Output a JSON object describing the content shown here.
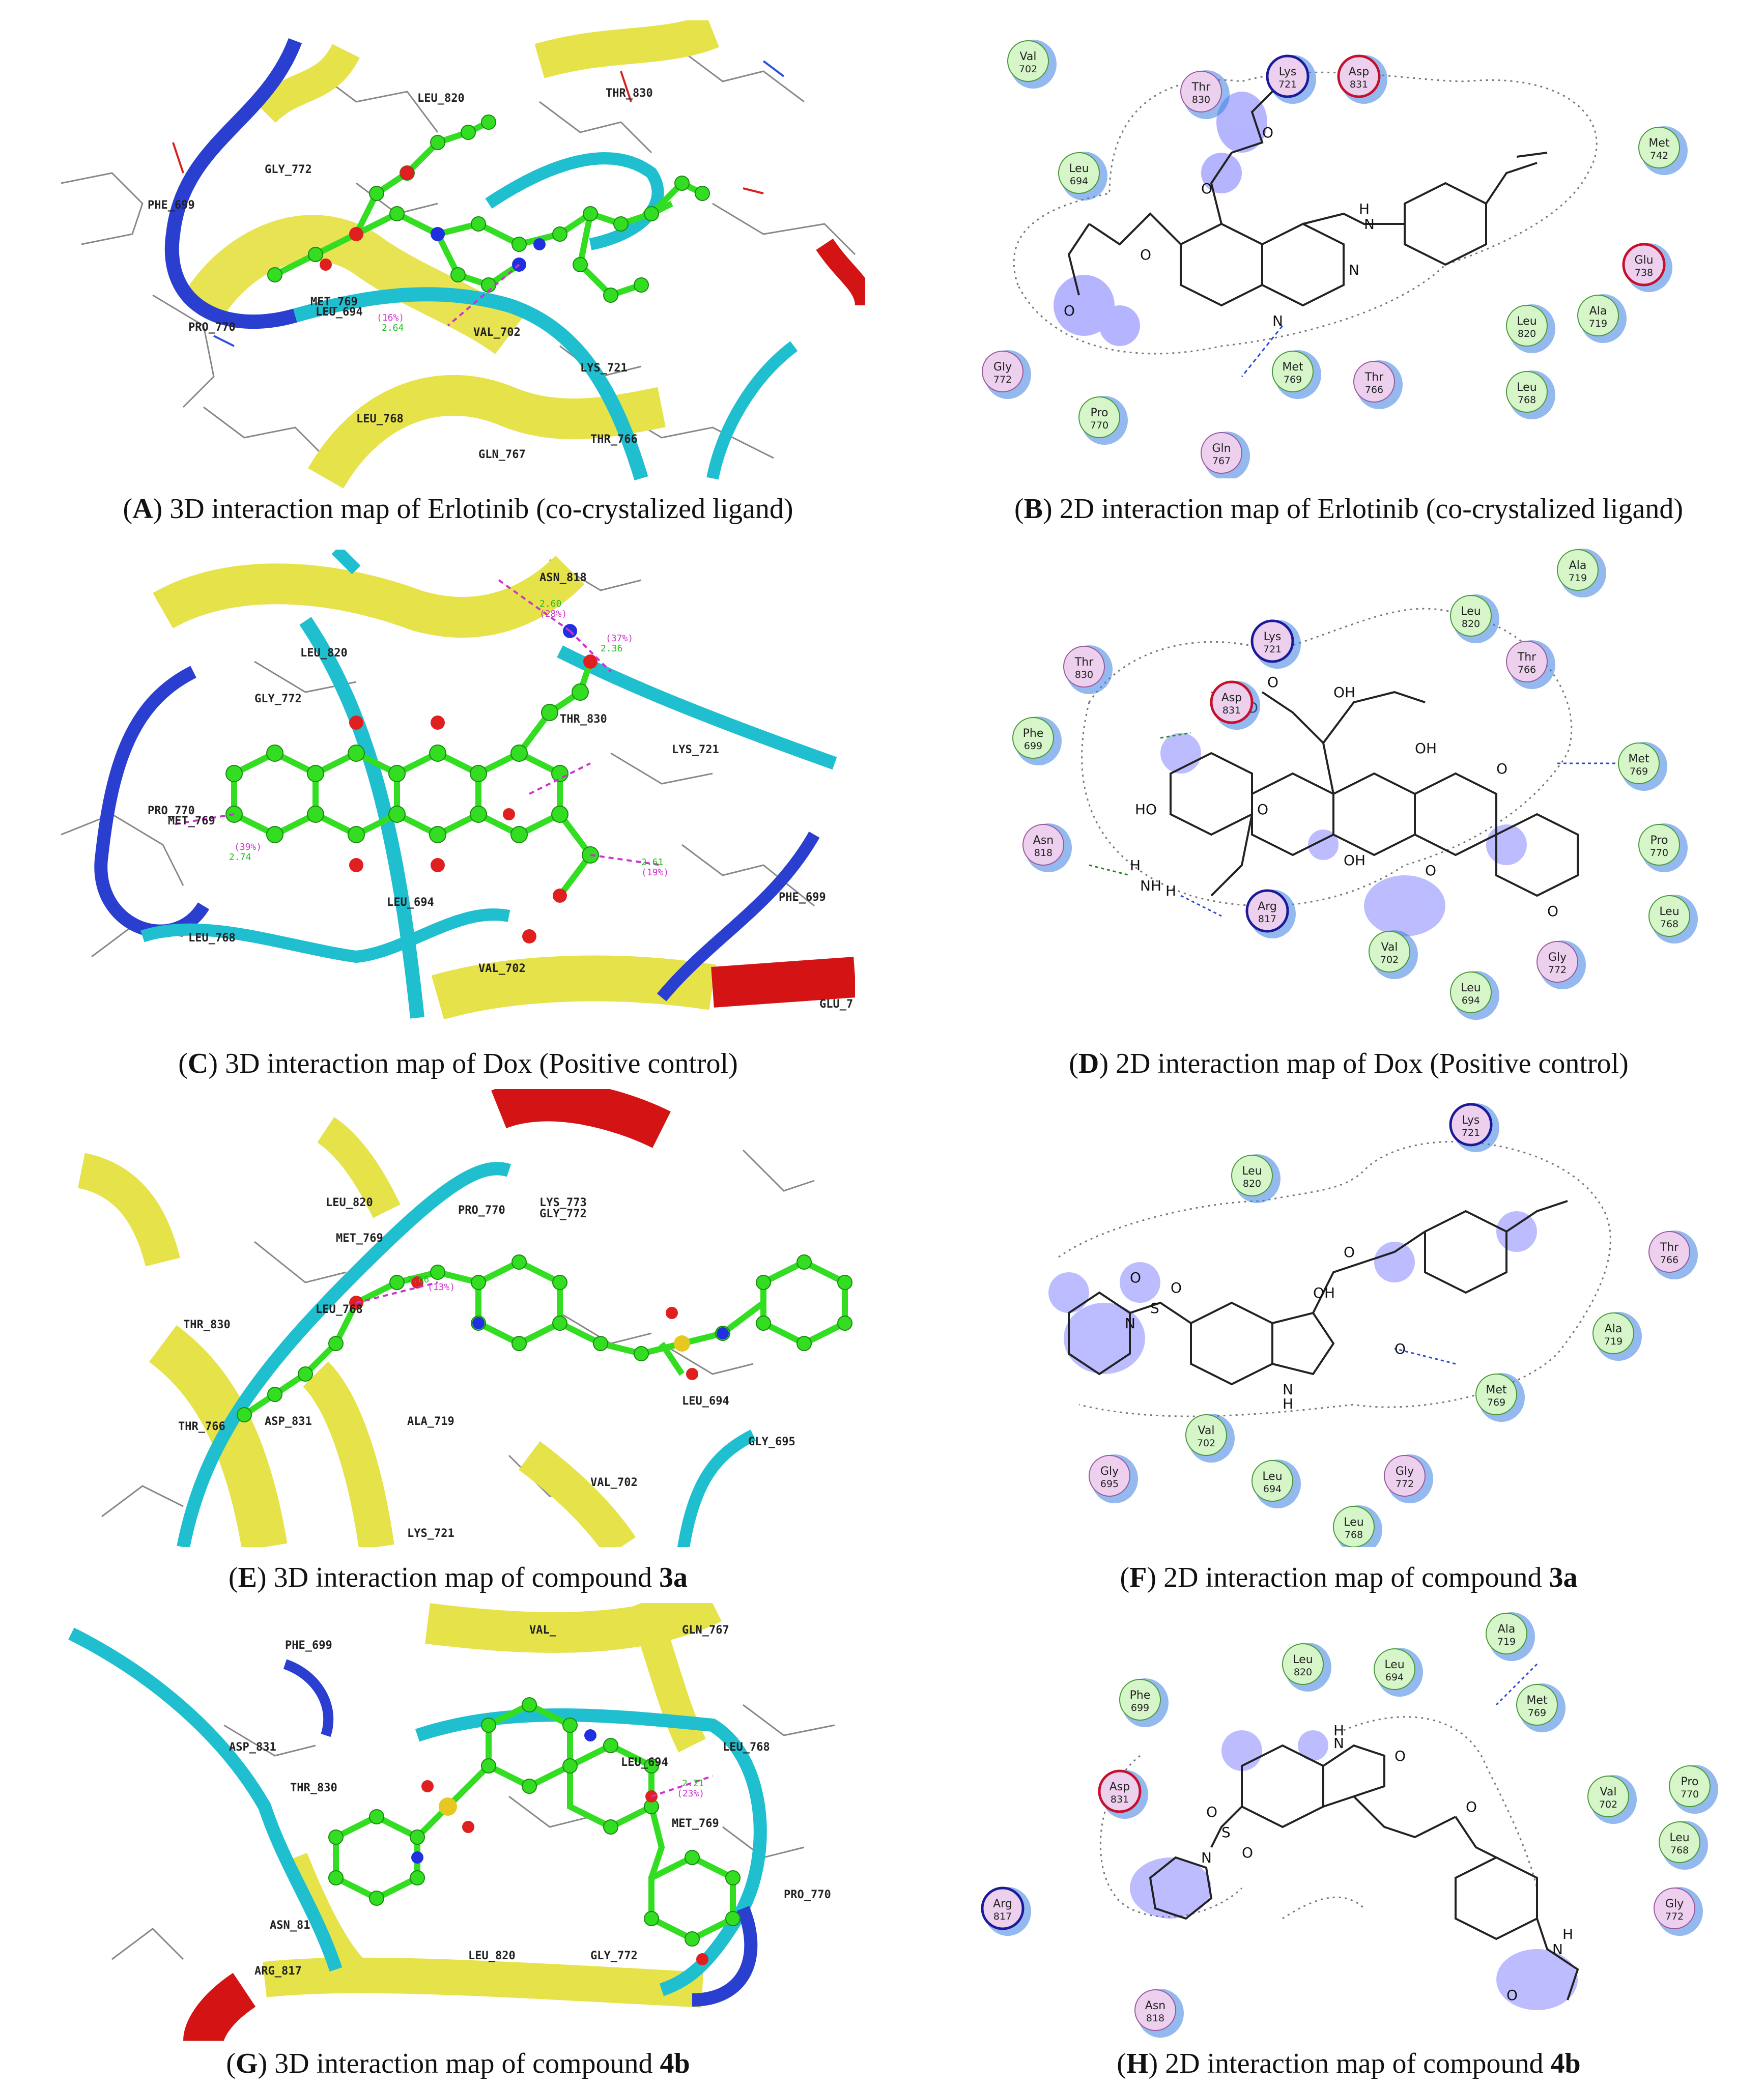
{
  "captions": {
    "A": {
      "letter": "A",
      "text": " 3D interaction map of Erlotinib (co-crystalized ligand)",
      "bold": ""
    },
    "B": {
      "letter": "B",
      "text": " 2D interaction map of Erlotinib (co-crystalized ligand)",
      "bold": ""
    },
    "C": {
      "letter": "C",
      "text": " 3D interaction map of Dox (Positive control)",
      "bold": ""
    },
    "D": {
      "letter": "D",
      "text": " 2D interaction map of Dox (Positive control)",
      "bold": ""
    },
    "E": {
      "letter": "E",
      "text": " 3D interaction map of compound ",
      "bold": "3a"
    },
    "F": {
      "letter": "F",
      "text": " 2D interaction map of compound ",
      "bold": "3a"
    },
    "G": {
      "letter": "G",
      "text": " 3D interaction map of compound ",
      "bold": "4b"
    },
    "H": {
      "letter": "H",
      "text": " 2D interaction map of compound ",
      "bold": "4b"
    }
  },
  "panel_A": {
    "residues": [
      "LEU_820",
      "GLY_772",
      "PHE_699",
      "PRO_770",
      "MET_769",
      "LEU_694",
      "VAL_702",
      "LYS_721",
      "LEU_768",
      "THR_766",
      "GLN_767",
      "THR_830"
    ],
    "distances": [
      "(16%)",
      "2.64"
    ]
  },
  "panel_B": {
    "residues": [
      {
        "name": "Val",
        "num": "702",
        "type": "green"
      },
      {
        "name": "Thr",
        "num": "830",
        "type": "pink"
      },
      {
        "name": "Lys",
        "num": "721",
        "type": "basic"
      },
      {
        "name": "Asp",
        "num": "831",
        "type": "acidic"
      },
      {
        "name": "Met",
        "num": "742",
        "type": "green"
      },
      {
        "name": "Leu",
        "num": "694",
        "type": "green"
      },
      {
        "name": "Glu",
        "num": "738",
        "type": "acidic"
      },
      {
        "name": "Ala",
        "num": "719",
        "type": "green"
      },
      {
        "name": "Leu",
        "num": "820",
        "type": "green"
      },
      {
        "name": "Met",
        "num": "769",
        "type": "green"
      },
      {
        "name": "Thr",
        "num": "766",
        "type": "pink"
      },
      {
        "name": "Leu",
        "num": "768",
        "type": "green"
      },
      {
        "name": "Gly",
        "num": "772",
        "type": "pink"
      },
      {
        "name": "Pro",
        "num": "770",
        "type": "green"
      },
      {
        "name": "Gln",
        "num": "767",
        "type": "pink"
      }
    ],
    "atoms": [
      "O",
      "O",
      "O",
      "O",
      "N",
      "N",
      "N",
      "H"
    ]
  },
  "panel_C": {
    "residues": [
      "ASN_818",
      "LEU_820",
      "GLY_772",
      "PRO_770",
      "MET_769",
      "LEU_694",
      "LEU_768",
      "PHE_699",
      "VAL_702",
      "GLU_7",
      "LYS_721",
      "THR_830"
    ],
    "distances": [
      "2.60",
      "(28%)",
      "(37%)",
      "2.36",
      "(39%)",
      "2.74",
      "2.61",
      "(19%)"
    ]
  },
  "panel_D": {
    "residues": [
      {
        "name": "Ala",
        "num": "719",
        "type": "green"
      },
      {
        "name": "Lys",
        "num": "721",
        "type": "basic"
      },
      {
        "name": "Leu",
        "num": "820",
        "type": "green"
      },
      {
        "name": "Thr",
        "num": "830",
        "type": "pink"
      },
      {
        "name": "Thr",
        "num": "766",
        "type": "pink"
      },
      {
        "name": "Asp",
        "num": "831",
        "type": "acidic"
      },
      {
        "name": "Phe",
        "num": "699",
        "type": "green"
      },
      {
        "name": "Met",
        "num": "769",
        "type": "green"
      },
      {
        "name": "Asn",
        "num": "818",
        "type": "pink"
      },
      {
        "name": "Pro",
        "num": "770",
        "type": "green"
      },
      {
        "name": "Arg",
        "num": "817",
        "type": "basic"
      },
      {
        "name": "Leu",
        "num": "768",
        "type": "green"
      },
      {
        "name": "Val",
        "num": "702",
        "type": "green"
      },
      {
        "name": "Gly",
        "num": "772",
        "type": "pink"
      },
      {
        "name": "Leu",
        "num": "694",
        "type": "green"
      }
    ],
    "atoms": [
      "OH",
      "O",
      "O",
      "H",
      "OH",
      "O",
      "HO",
      "O",
      "OH",
      "O",
      "O",
      "H",
      "NH",
      "H"
    ]
  },
  "panel_E": {
    "residues": [
      "LEU_820",
      "LYS_773",
      "PRO_770",
      "GLY_772",
      "MET_769",
      "THR_830",
      "LEU_768",
      "ASP_831",
      "THR_766",
      "ALA_719",
      "LEU_694",
      "GLY_695",
      "VAL_702",
      "LYS_721"
    ],
    "distances": [
      "2.66",
      "(13%)"
    ]
  },
  "panel_F": {
    "residues": [
      {
        "name": "Lys",
        "num": "721",
        "type": "basic"
      },
      {
        "name": "Leu",
        "num": "820",
        "type": "green"
      },
      {
        "name": "Thr",
        "num": "766",
        "type": "pink"
      },
      {
        "name": "Ala",
        "num": "719",
        "type": "green"
      },
      {
        "name": "Met",
        "num": "769",
        "type": "green"
      },
      {
        "name": "Val",
        "num": "702",
        "type": "green"
      },
      {
        "name": "Gly",
        "num": "695",
        "type": "pink"
      },
      {
        "name": "Leu",
        "num": "694",
        "type": "green"
      },
      {
        "name": "Gly",
        "num": "772",
        "type": "pink"
      },
      {
        "name": "Leu",
        "num": "768",
        "type": "green"
      }
    ],
    "atoms": [
      "O",
      "S",
      "O",
      "N",
      "OH",
      "O",
      "O",
      "N",
      "H"
    ]
  },
  "panel_G": {
    "residues": [
      "PHE_699",
      "VAL_",
      "GLN_767",
      "ASP_831",
      "THR_830",
      "LEU_768",
      "LEU_694",
      "MET_769",
      "PRO_770",
      "ASN_81",
      "ARG_817",
      "LEU_820",
      "GLY_772"
    ],
    "distances": [
      "2.21",
      "(23%)"
    ]
  },
  "panel_H": {
    "residues": [
      {
        "name": "Ala",
        "num": "719",
        "type": "green"
      },
      {
        "name": "Leu",
        "num": "820",
        "type": "green"
      },
      {
        "name": "Leu",
        "num": "694",
        "type": "green"
      },
      {
        "name": "Phe",
        "num": "699",
        "type": "green"
      },
      {
        "name": "Met",
        "num": "769",
        "type": "green"
      },
      {
        "name": "Asp",
        "num": "831",
        "type": "acidic"
      },
      {
        "name": "Val",
        "num": "702",
        "type": "green"
      },
      {
        "name": "Pro",
        "num": "770",
        "type": "green"
      },
      {
        "name": "Leu",
        "num": "768",
        "type": "green"
      },
      {
        "name": "Arg",
        "num": "817",
        "type": "basic"
      },
      {
        "name": "Gly",
        "num": "772",
        "type": "pink"
      },
      {
        "name": "Asn",
        "num": "818",
        "type": "pink"
      }
    ],
    "atoms": [
      "H",
      "N",
      "O",
      "O",
      "S",
      "O",
      "N",
      "O",
      "H",
      "N",
      "O"
    ]
  },
  "colors": {
    "ribbon_cyan": "#1fbfcf",
    "ribbon_blue": "#2a3fd0",
    "sheet_yellow": "#e6e24a",
    "helix_red": "#d41414",
    "ligand_green": "#33dd22",
    "res_green_fill": "#d6f5c8",
    "res_green_stroke": "#4a9a3a",
    "res_pink_fill": "#ecd0ee",
    "res_pink_stroke": "#9a5a9e",
    "res_acidic_stroke": "#c4102a",
    "res_basic_stroke": "#1a1a9a",
    "shadow_blue": "#3a7fe0",
    "exposure_blue": "#7a7aff",
    "hbond_green": "#1a8a1a",
    "hbond_blue": "#2a4ad8"
  }
}
